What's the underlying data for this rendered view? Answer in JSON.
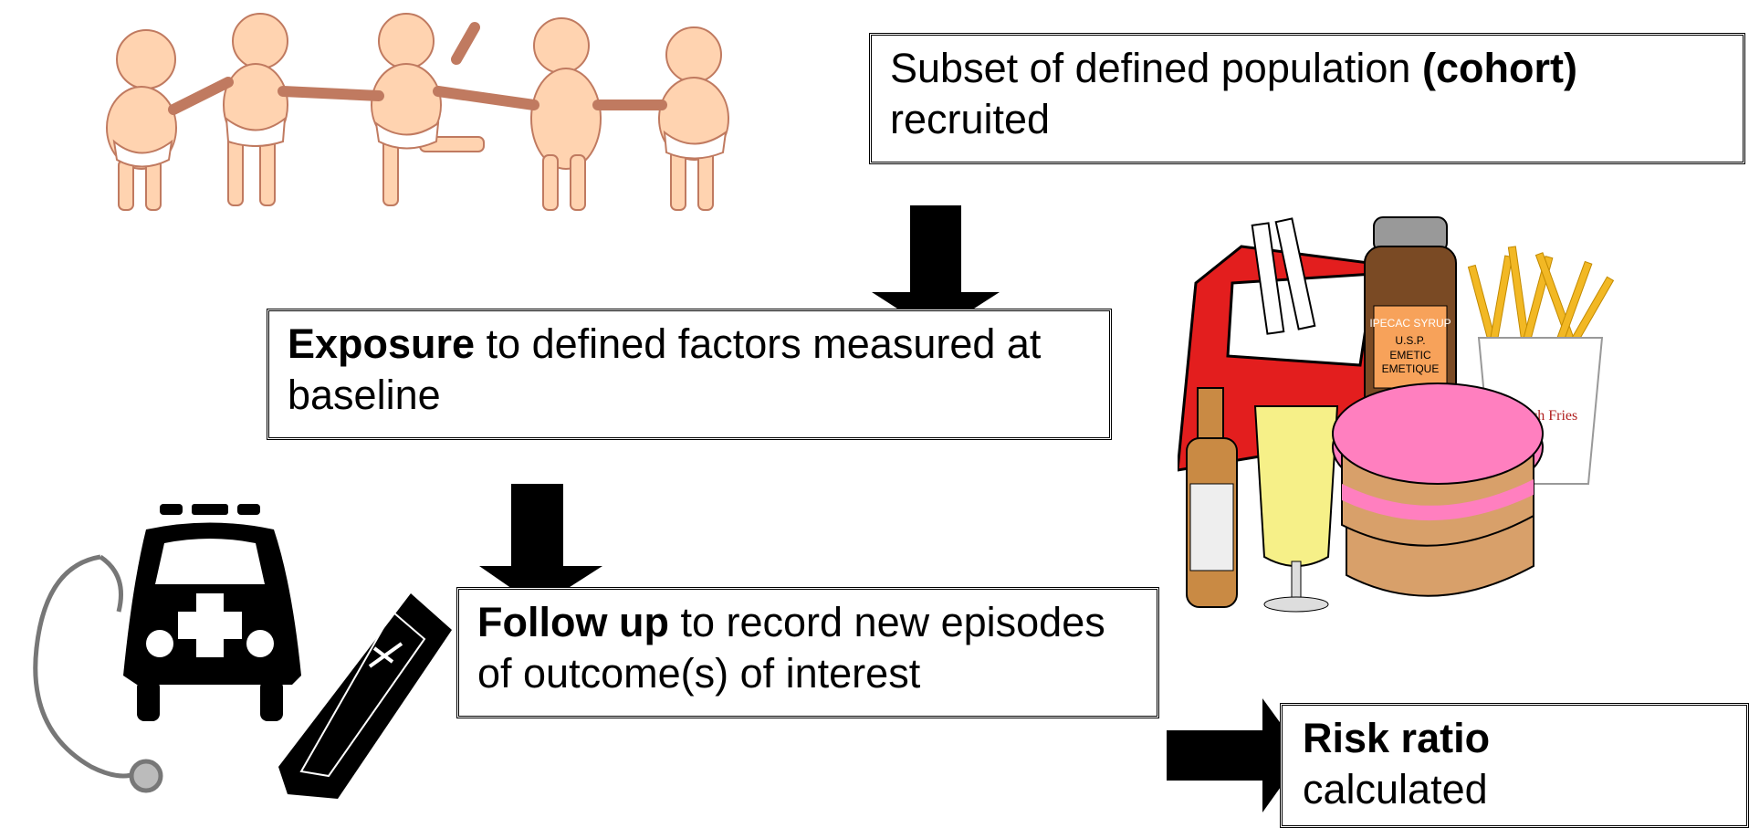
{
  "boxes": {
    "cohort": {
      "bold": "(cohort)",
      "pre": "Subset of defined population ",
      "post": "recruited"
    },
    "exposure": {
      "bold": "Exposure",
      "rest": " to defined factors measured at baseline"
    },
    "followup": {
      "bold": "Follow up",
      "rest": " to record new episodes of outcome(s) of interest"
    },
    "risk": {
      "bold": "Risk ratio",
      "rest": "calculated"
    }
  },
  "clipart": {
    "babies": "babies-clipart",
    "exposures": "exposure-items-clipart",
    "outcomes": "outcome-items-clipart",
    "syrup_label_1": "IPECAC SYRUP",
    "syrup_label_2": "U.S.P.",
    "syrup_label_3": "EMETIC",
    "syrup_label_4": "EMETIQUE",
    "fries_label": "French Fries"
  },
  "colors": {
    "arrow": "#000000",
    "cigarette_red": "#e31e1e",
    "cake_pink": "#ff7fbf",
    "fries_yellow": "#f2b824",
    "baby_skin": "#ffd3b0"
  }
}
